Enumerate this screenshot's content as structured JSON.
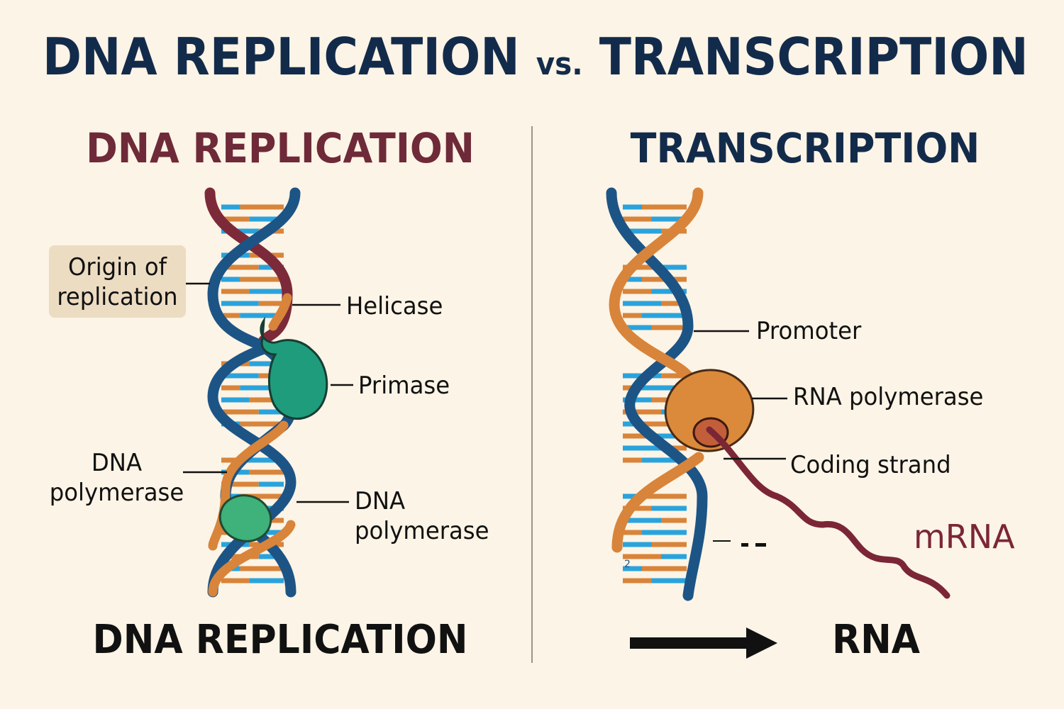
{
  "title": {
    "part1": "DNA REPLICATION",
    "vs": "vs.",
    "part2": "TRANSCRIPTION"
  },
  "replication": {
    "heading": "DNA REPLICATION",
    "labels": {
      "origin": "Origin of replication",
      "helicase": "Helicase",
      "primase": "Primase",
      "dna_pol_left": "DNA polymerase",
      "dna_pol_right": "DNA polymerase"
    },
    "footer": "DNA REPLICATION"
  },
  "transcription": {
    "heading": "TRANSCRIPTION",
    "labels": {
      "promoter": "Promoter",
      "rna_polymerase": "RNA polymerase",
      "coding_strand": "Coding strand",
      "mrna": "mRNA"
    },
    "footer": "RNA"
  },
  "colors": {
    "background": "#fcf4e6",
    "title_navy": "#132b4b",
    "replication_maroon": "#6e2a38",
    "strand_blue": "#1d5486",
    "strand_orange": "#d8843a",
    "strand_maroon": "#7c2a3a",
    "base_cyan": "#2aa3dc",
    "helicase_teal": "#1f9c7c",
    "polymerase_green": "#3fb17a",
    "rna_pol_orange": "#db8a3c",
    "mrna_maroon": "#7b2636"
  }
}
